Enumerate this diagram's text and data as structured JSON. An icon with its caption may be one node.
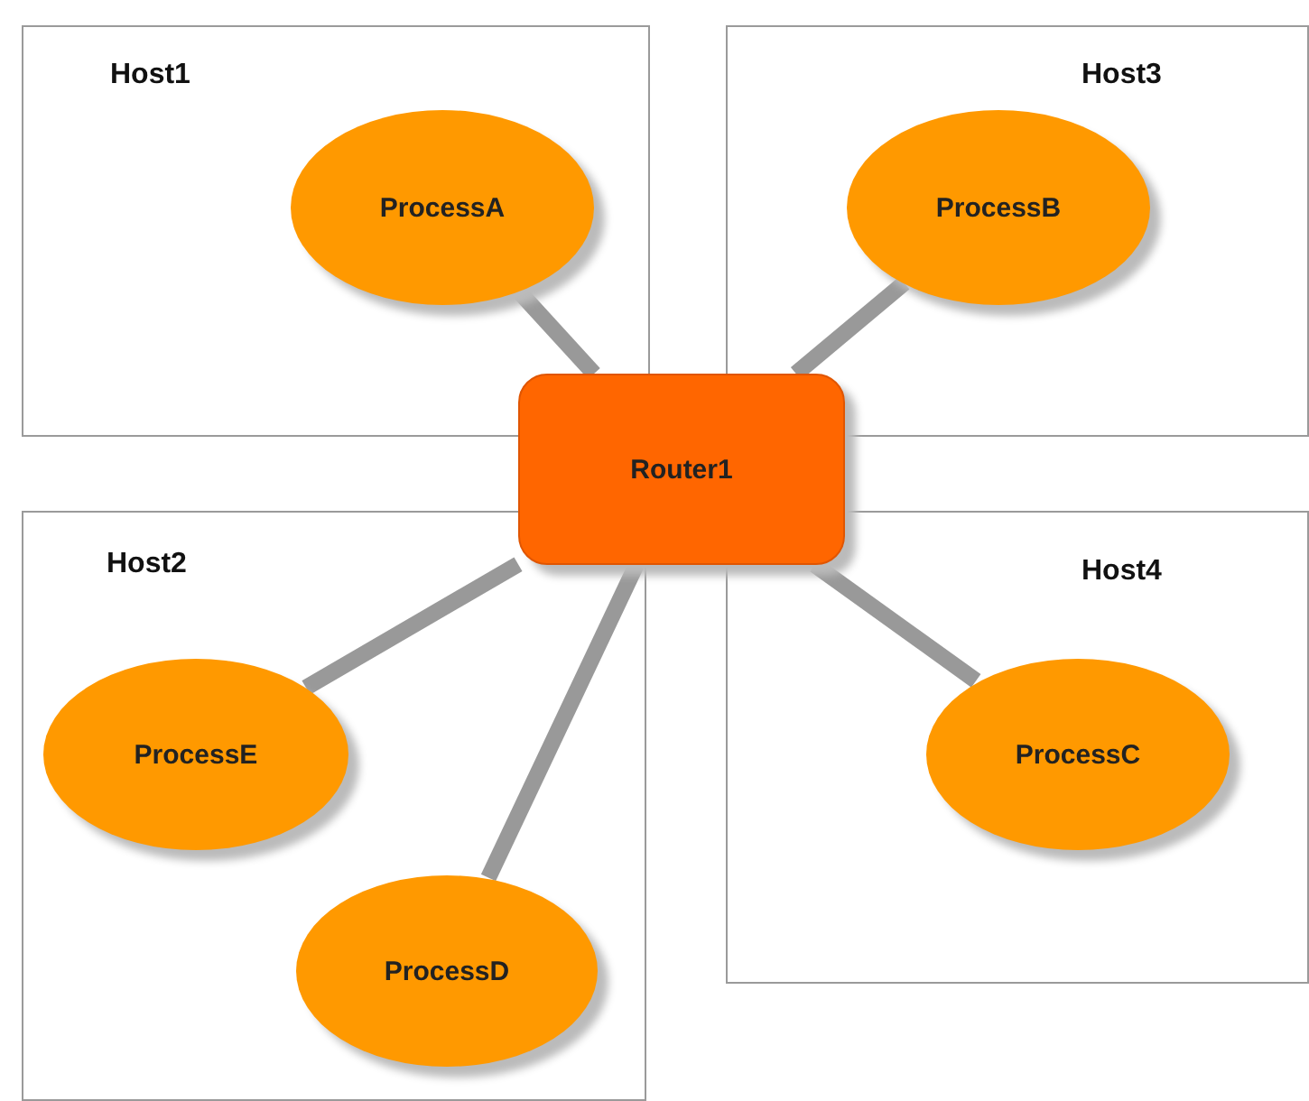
{
  "diagram": {
    "nodes": [
      {
        "text": [
          "Host1"
        ]
      },
      {
        "text": [
          "ProcessA"
        ],
        "in": 0
      },
      {
        "text": [
          "Host3"
        ]
      },
      {
        "text": [
          "ProcessB"
        ],
        "in": 2
      },
      {
        "text": [
          "Router1"
        ]
      },
      {
        "text": [
          "Host2"
        ]
      },
      {
        "text": [
          "ProcessE"
        ],
        "in": 5
      },
      {
        "text": [
          "ProcessD"
        ],
        "in": 5
      },
      {
        "text": [
          "Host4"
        ]
      },
      {
        "text": [
          "ProcessC"
        ],
        "in": 8
      }
    ],
    "edges": [
      {
        "from": 4,
        "to": 1,
        "arrow": "none"
      },
      {
        "from": 4,
        "to": 3,
        "arrow": "none"
      },
      {
        "from": 4,
        "to": 6,
        "arrow": "none"
      },
      {
        "from": 4,
        "to": 7,
        "arrow": "none"
      },
      {
        "from": 4,
        "to": 9,
        "arrow": "none"
      }
    ]
  }
}
